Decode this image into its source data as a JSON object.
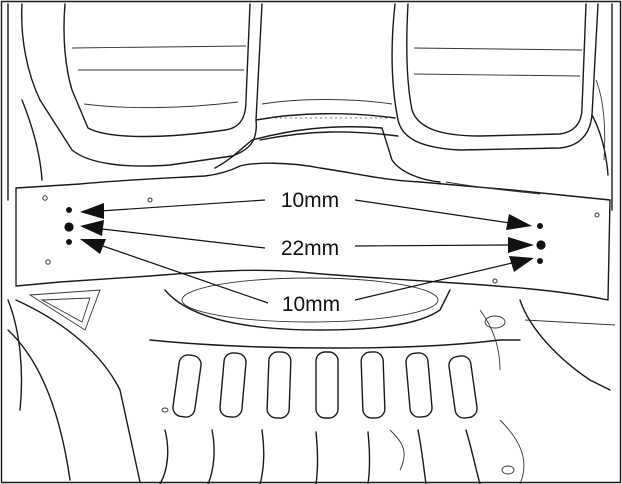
{
  "labels": {
    "top": "10mm",
    "middle": "22mm",
    "bottom": "10mm"
  },
  "colors": {
    "line": "#1a1a1a",
    "background": "#ffffff"
  }
}
